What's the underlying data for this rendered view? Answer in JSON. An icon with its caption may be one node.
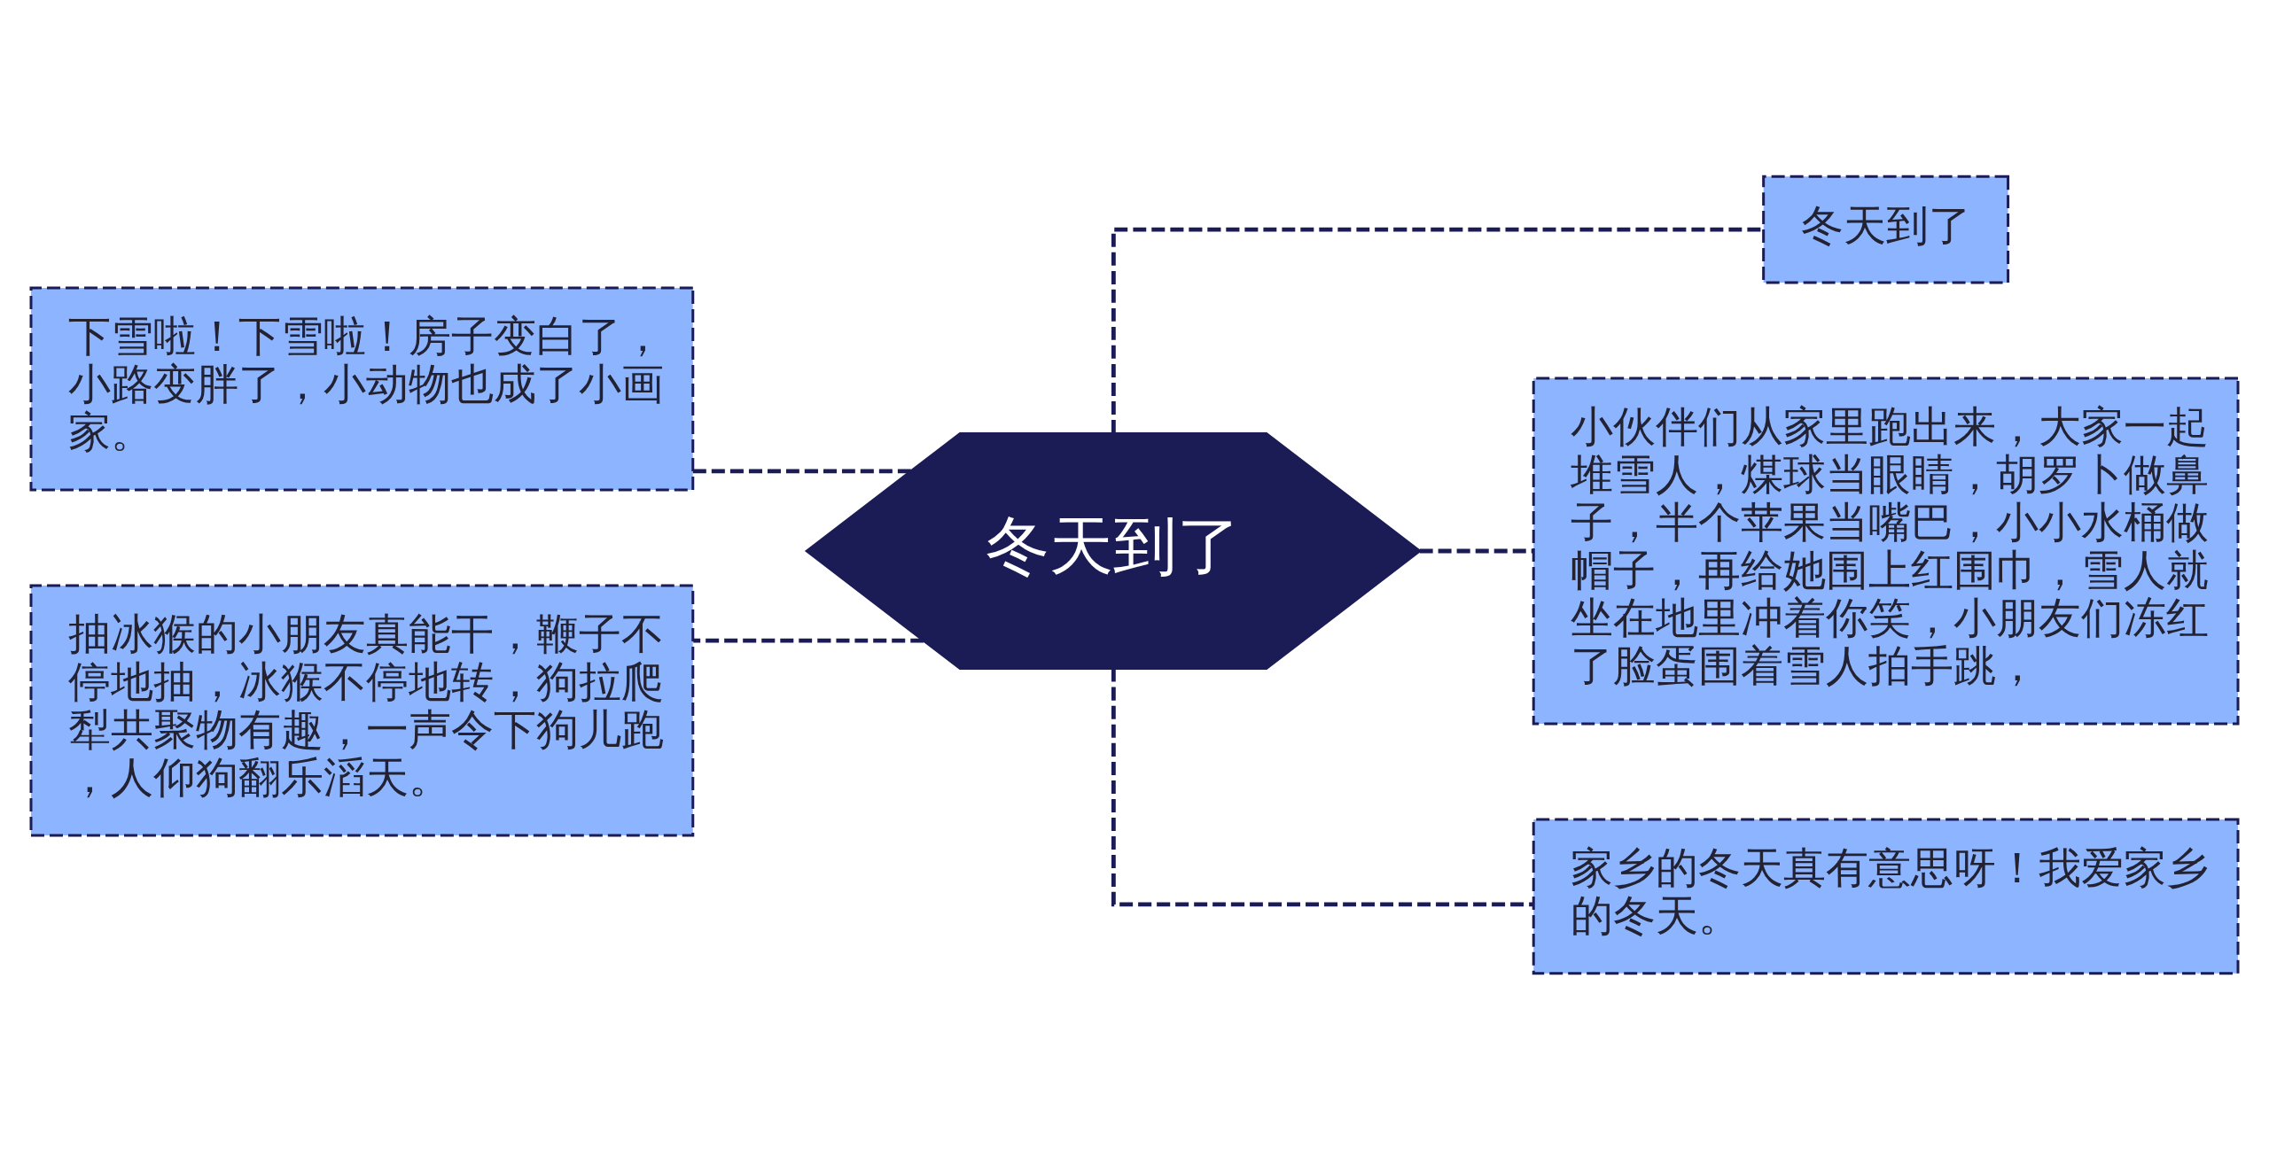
{
  "diagram": {
    "nodes": [
      {
        "text": [
          "冬天到了"
        ]
      },
      {
        "text": [
          "下雪啦！下雪啦！房子变白了，小路变胖了，小动物也成了小画家。"
        ]
      },
      {
        "text": [
          "抽冰猴的小朋友真能干，鞭子不停地抽，冰猴不停地转，狗拉爬犁共聚物有趣，一声令下狗儿跑，人仰狗翻乐滔天。"
        ]
      },
      {
        "text": [
          "冬天到了"
        ]
      },
      {
        "text": [
          "小伙伴们从家里跑出来，大家一起堆雪人，煤球当眼睛，胡罗卜做鼻子，半个苹果当嘴巴，小小水桶做帽子，再给她围上红围巾，雪人就坐在地里冲着你笑，小朋友们冻红了脸蛋围着雪人拍手跳，"
        ]
      },
      {
        "text": [
          "家乡的冬天真有意思呀！我爱家乡的冬天。"
        ]
      }
    ],
    "edges": [
      {
        "from": 0,
        "to": 1,
        "arrow": "none",
        "style": "dashed"
      },
      {
        "from": 0,
        "to": 2,
        "arrow": "none",
        "style": "dashed"
      },
      {
        "from": 0,
        "to": 3,
        "arrow": "none",
        "style": "dashed"
      },
      {
        "from": 0,
        "to": 4,
        "arrow": "none",
        "style": "dashed"
      },
      {
        "from": 0,
        "to": 5,
        "arrow": "none",
        "style": "dashed"
      }
    ]
  }
}
